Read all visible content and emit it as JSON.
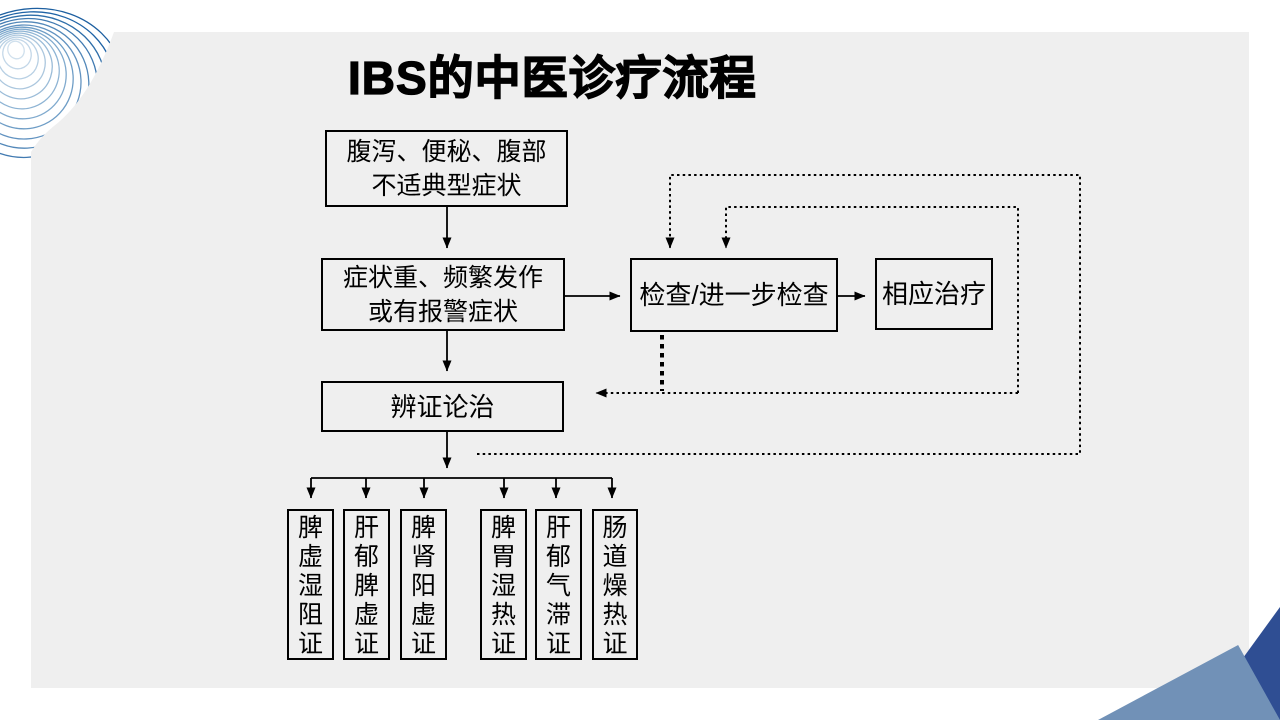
{
  "slide": {
    "title": "IBS的中医诊疗流程"
  },
  "flowchart": {
    "typical_symptoms": {
      "lines": [
        "腹泻、便秘、腹部",
        "不适典型症状"
      ]
    },
    "severe_symptoms": {
      "lines": [
        "症状重、频繁发作",
        "或有报警症状"
      ]
    },
    "examination": {
      "label": "检查/进一步检查"
    },
    "treatment": {
      "label": "相应治疗"
    },
    "syndrome_differentiation": {
      "label": "辨证论治"
    },
    "syndromes": [
      {
        "label": "脾虚湿阻证"
      },
      {
        "label": "肝郁脾虚证"
      },
      {
        "label": "脾肾阳虚证"
      },
      {
        "label": "脾胃湿热证"
      },
      {
        "label": "肝郁气滞证"
      },
      {
        "label": "肠道燥热证"
      }
    ]
  },
  "colors": {
    "slide_background": "#efefef",
    "page_background": "#ffffff",
    "line": "#000000",
    "swirl_blue": "#2a6cae",
    "triangle_light": "#7191b7",
    "triangle_dark": "#2f4e93"
  }
}
